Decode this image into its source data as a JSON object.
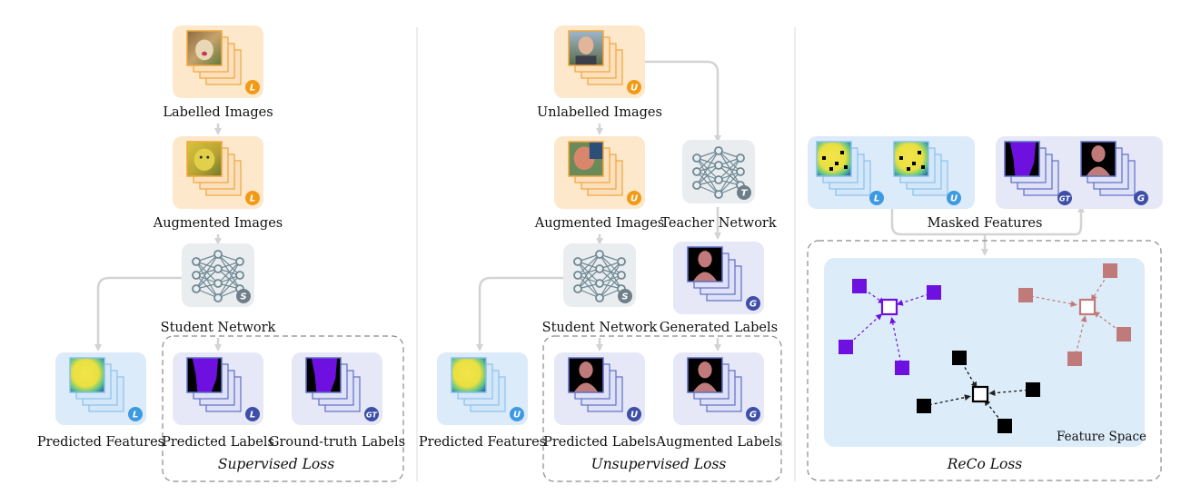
{
  "colors": {
    "orange_bg": "#fde8cc",
    "orange_badge": "#f29a16",
    "orange_frame": "#f0a63b",
    "blue_bg": "#dcebfa",
    "blue_badge": "#3d9ae0",
    "blue_frame": "#8cc0ec",
    "navy_bg": "#e6e8f7",
    "navy_badge": "#3e4fa8",
    "navy_frame": "#5e6fc6",
    "gray_bg": "#e9edf0",
    "gray_badge": "#6e7f8a",
    "gray_icon": "#6f8893",
    "arrow": "#d3d3d3",
    "dash": "#8a8a8a",
    "purple": "#6d10e0",
    "pink": "#c07a7a",
    "black": "#000000",
    "feature_space": "#dcecf9"
  },
  "icons": {
    "network": "neural-network-icon",
    "photo": "image-thumbnail-icon",
    "mask": "segmentation-mask-icon",
    "heatmap": "feature-heatmap-icon"
  },
  "left": {
    "labelled_images": "Labelled Images",
    "augmented_images": "Augmented Images",
    "student_network": "Student Network",
    "predicted_features": "Predicted Features",
    "predicted_labels": "Predicted Labels",
    "ground_truth_labels": "Ground-truth Labels",
    "loss": "Supervised Loss",
    "badges": {
      "labelled": "L",
      "augmented": "L",
      "student": "S",
      "features": "L",
      "pred": "L",
      "gt": "GT"
    }
  },
  "middle": {
    "unlabelled_images": "Unlabelled Images",
    "augmented_images": "Augmented Images",
    "teacher_network": "Teacher Network",
    "student_network": "Student Network",
    "generated_labels": "Generated Labels",
    "predicted_features": "Predicted Features",
    "predicted_labels": "Predicted Labels",
    "augmented_labels": "Augmented Labels",
    "loss": "Unsupervised Loss",
    "badges": {
      "unlabelled": "U",
      "augmented": "U",
      "teacher": "T",
      "student": "S",
      "generated": "G",
      "features": "U",
      "pred": "U",
      "aug_labels": "G"
    }
  },
  "right": {
    "masked_features": "Masked Features",
    "feature_space": "Feature Space",
    "loss": "ReCo Loss",
    "badges": {
      "feat_l": "L",
      "feat_u": "U",
      "gt": "GT",
      "g": "G"
    }
  }
}
